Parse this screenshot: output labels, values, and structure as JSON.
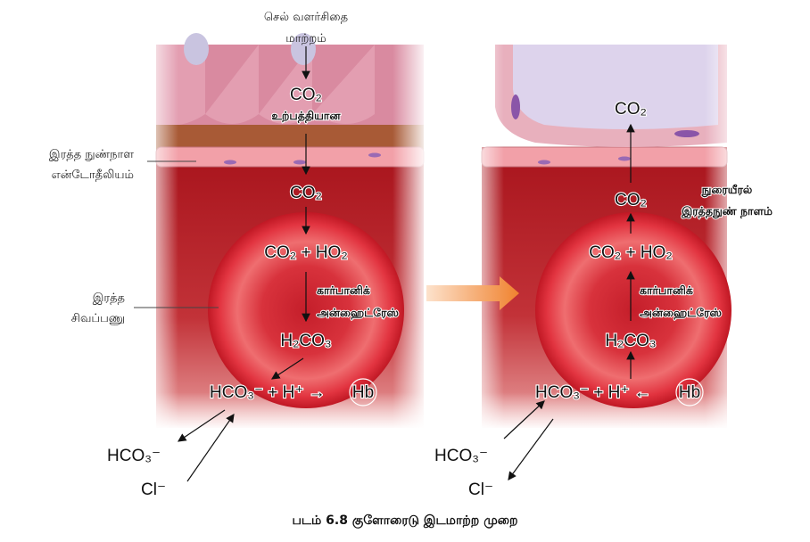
{
  "left_panel": {
    "top_label_line1": "செல் வளர்சிதை",
    "top_label_line2": "மாற்றம்",
    "co2_produced": "CO₂",
    "produced_label": "உற்பத்தியான",
    "co2_blood": "CO₂",
    "reaction": "CO₂ + HO₂",
    "enzyme_line1": "கார்பானிக்",
    "enzyme_line2": "அன்ஹைட்ரேஸ்",
    "carbonic_acid": "H₂CO₃",
    "dissociation": "HCO₃⁻ + H⁺ →",
    "hb": "Hb",
    "bicarbonate_out": "HCO₃⁻",
    "chloride_in": "Cl⁻",
    "endothelium_label_line1": "இரத்த நுண்நாள",
    "endothelium_label_line2": "என்டோதீலியம்",
    "rbc_label_line1": "இரத்த",
    "rbc_label_line2": "சிவப்பணு"
  },
  "right_panel": {
    "co2_alveolus": "CO₂",
    "co2_blood": "CO₂",
    "capillary_label_line1": "நுரையீரல்",
    "capillary_label_line2": "இரத்தநுண் நாளம்",
    "reaction": "CO₂ + HO₂",
    "enzyme_line1": "கார்பானிக்",
    "enzyme_line2": "அன்ஹைட்ரேஸ்",
    "carbonic_acid": "H₂CO₃",
    "dissociation": "HCO₃⁻ + H⁺ ←",
    "hb": "Hb",
    "bicarbonate_in": "HCO₃⁻",
    "chloride_out": "Cl⁻"
  },
  "caption": "படம் 6.8  குளோரைடு இடமாற்ற முறை",
  "colors": {
    "blood": "#b01f26",
    "rbc": "#e0303c",
    "tissue": "#d98aa0",
    "arrow": "#f08a3a"
  }
}
